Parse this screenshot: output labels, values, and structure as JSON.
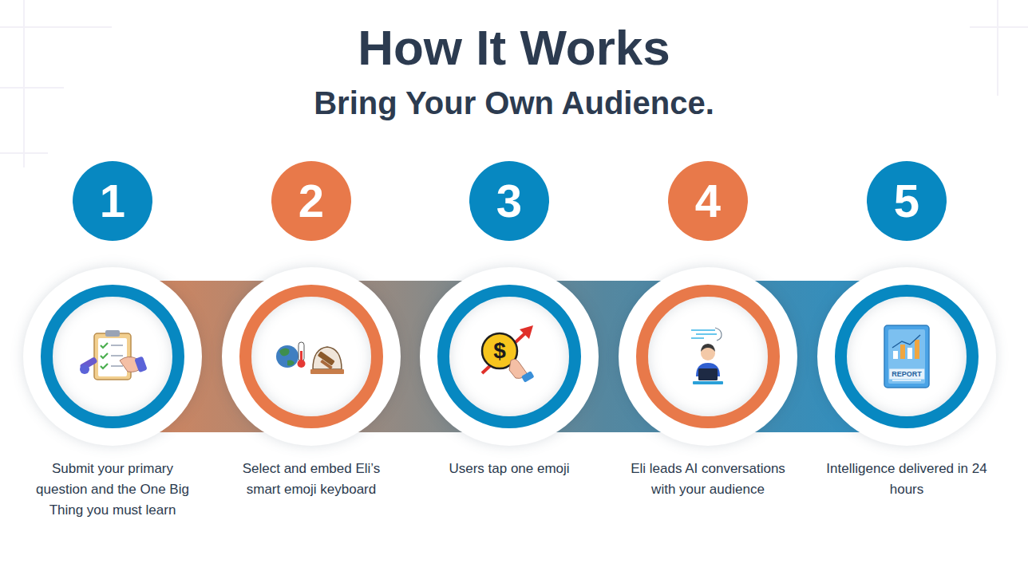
{
  "diagram": {
    "title": "How It Works",
    "nodes": [
      {
        "text": [
          "1"
        ]
      },
      {
        "text": [
          "Submit your primary question and the One Big Thing you must learn"
        ]
      },
      {
        "text": [
          "2"
        ]
      },
      {
        "text": [
          "Select and embed Eli’s smart emoji keyboard"
        ]
      },
      {
        "text": [
          "3"
        ]
      },
      {
        "text": [
          "Users tap one emoji"
        ]
      },
      {
        "text": [
          "4"
        ]
      },
      {
        "text": [
          "Eli leads AI conversations with your audience"
        ]
      },
      {
        "text": [
          "5"
        ]
      },
      {
        "text": [
          "Intelligence delivered in 24 hours"
        ]
      }
    ],
    "edges": [
      {
        "from": 1,
        "to": 3,
        "arrow": "none"
      },
      {
        "from": 3,
        "to": 5,
        "arrow": "none"
      },
      {
        "from": 5,
        "to": 7,
        "arrow": "none"
      },
      {
        "from": 7,
        "to": 9,
        "arrow": "none"
      }
    ],
    "labels": [
      "Bring Your Own Audience.",
      "$",
      "REPORT"
    ]
  }
}
